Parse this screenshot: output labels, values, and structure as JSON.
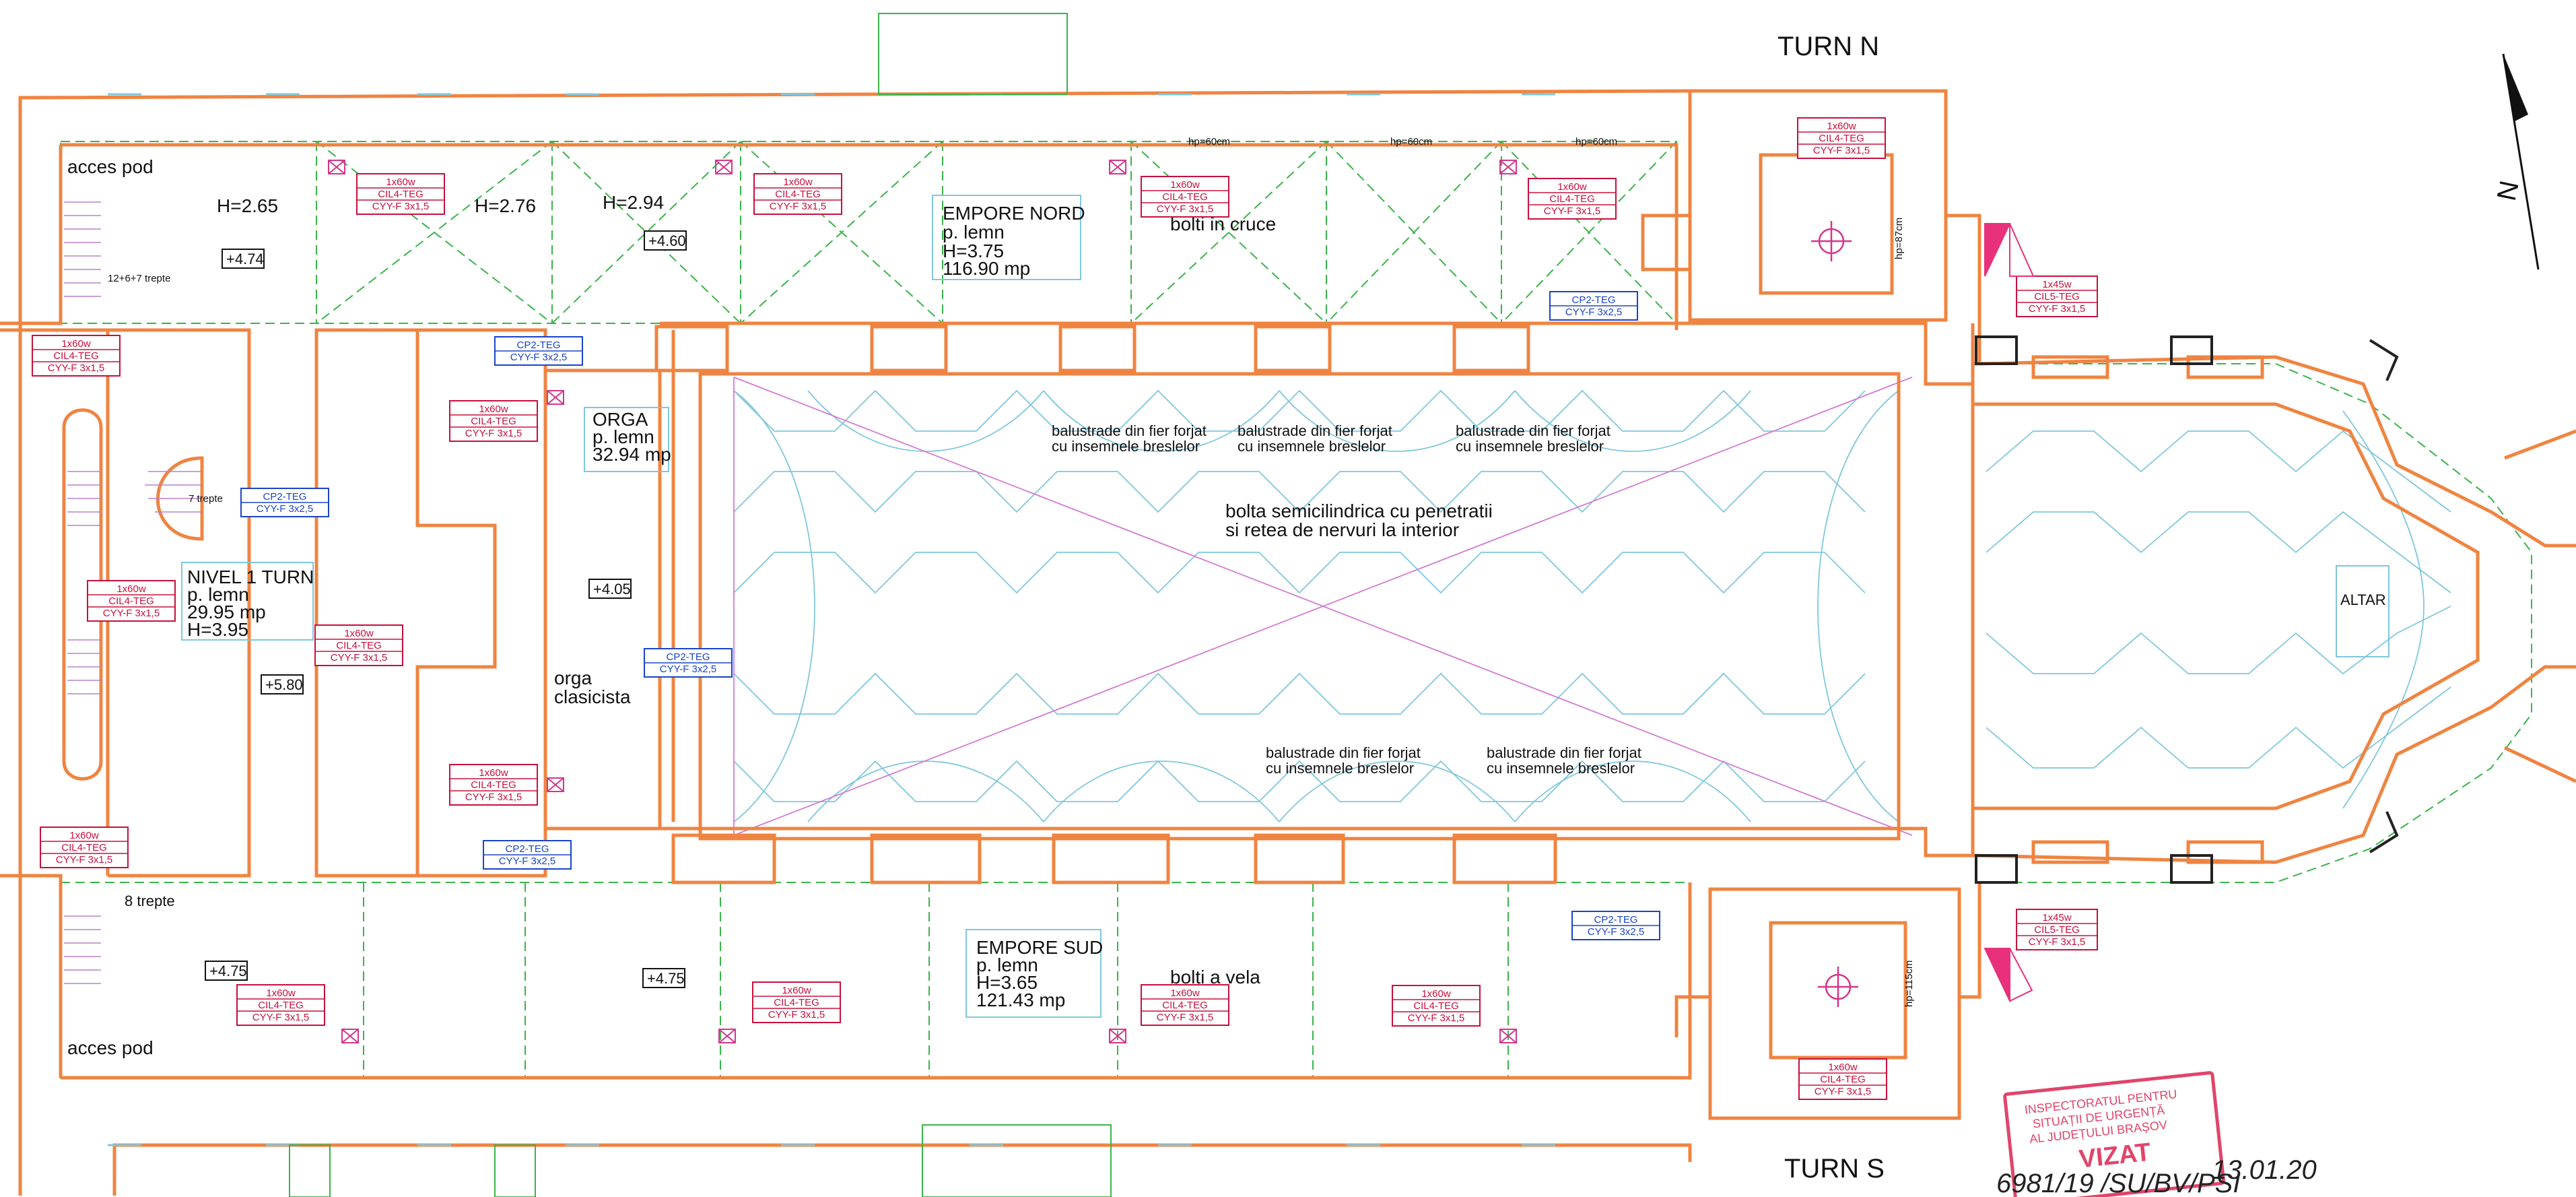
{
  "colors": {
    "wall": "#ef8441",
    "grid_green": "#3ab44a",
    "vault_cyan": "#7fc7dd",
    "diag_magenta": "#d47ad6",
    "label_red": "#c8103c",
    "label_blue": "#1a44c8",
    "stamp_pink": "#e0456a"
  },
  "titles": {
    "tower_north": "TURN N",
    "tower_south": "TURN S",
    "north_arrow_letter": "N"
  },
  "rooms": {
    "attic_access_n": "acces pod",
    "attic_access_s": "acces pod",
    "h_265": "H=2.65",
    "h_276": "H=2.76",
    "h_294": "H=2.94",
    "stairs_n": "12+6+7 trepte",
    "stairs_s": "8 trepte",
    "stairs_tower": "7 trepte",
    "empore_nord": [
      "EMPORE NORD",
      "p. lemn",
      "H=3.75",
      "116.90 mp"
    ],
    "bolti_cruce": "bolti in cruce",
    "empore_sud": [
      "EMPORE SUD",
      "p. lemn",
      "H=3.65",
      "121.43 mp"
    ],
    "bolti_vela": "bolti a vela",
    "orga": [
      "ORGA",
      "p. lemn",
      "32.94 mp"
    ],
    "orga_clasicista": [
      "orga",
      "clasicista"
    ],
    "nivel_turn": [
      "NIVEL 1 TURN",
      "p. lemn",
      "29.95 mp",
      "H=3.95"
    ],
    "balustrade": [
      "balustrade din fier forjat",
      "cu insemnele breslelor"
    ],
    "bolta": [
      "bolta semicilindrica cu penetratii",
      "si retea de nervuri la interior"
    ],
    "altar": "ALTAR",
    "hp60": "hp=60cm",
    "hp87": "hp=87cm",
    "hp115": "hp=115cm"
  },
  "levels": [
    "+4.74",
    "+4.60",
    "+5.80",
    "+4.05",
    "+4.75",
    "+4.75"
  ],
  "fixtures": {
    "lamp_60": [
      "1x60w",
      "CIL4-TEG",
      "CYY-F 3x1,5"
    ],
    "lamp_45": [
      "1x45w",
      "CIL5-TEG",
      "CYY-F 3x1,5"
    ],
    "socket": [
      "CP2-TEG",
      "CYY-F 3x2,5"
    ]
  },
  "stamp": {
    "lines": [
      "INSPECTORATUL PENTRU",
      "SITUAȚII DE URGENȚĂ",
      "AL JUDEȚULUI BRAȘOV",
      "VIZAT"
    ],
    "signature": "6981/19 /SU/BV/PSI",
    "date": "13.01.20"
  }
}
